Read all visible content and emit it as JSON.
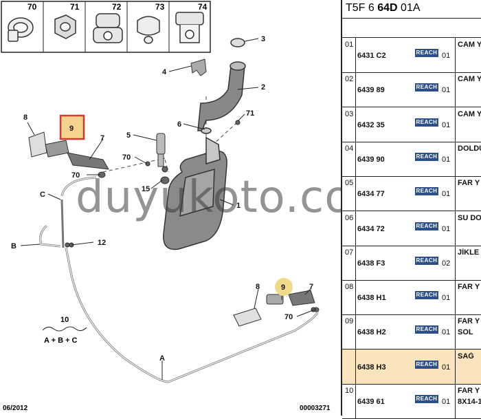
{
  "clips": [
    {
      "num": "70",
      "icon": "band-clamp-icon"
    },
    {
      "num": "71",
      "icon": "nut-icon"
    },
    {
      "num": "72",
      "icon": "hose-clip-icon"
    },
    {
      "num": "73",
      "icon": "open-clip-icon"
    },
    {
      "num": "74",
      "icon": "double-clip-icon"
    }
  ],
  "callouts": {
    "n1": "1",
    "n2": "2",
    "n3": "3",
    "n4": "4",
    "n5": "5",
    "n6": "6",
    "n7a": "7",
    "n7b": "7",
    "n8a": "8",
    "n8b": "8",
    "n9a": "9",
    "n9b": "9",
    "n12": "12",
    "n15": "15",
    "n70a": "70",
    "n70b": "70",
    "n70c": "70",
    "n71": "71",
    "nA": "A",
    "nB": "B",
    "nC": "C"
  },
  "formula": {
    "top": "10",
    "bottom": "A + B + C"
  },
  "footer": {
    "date": "06/2012",
    "code": "00003271"
  },
  "watermark": "duyukoto.com",
  "panel": {
    "code_prefix": "T5F 6 ",
    "code_bold": "64D",
    "code_suffix": " 01A",
    "rows": [
      {
        "num": "01",
        "ref": "6431 C2",
        "badge": "REACH",
        "qty": "01",
        "desc": "CAM Y",
        "desc2": "",
        "selected": false
      },
      {
        "num": "02",
        "ref": "6439 89",
        "badge": "REACH",
        "qty": "01",
        "desc": "CAM Y",
        "desc2": "",
        "selected": false
      },
      {
        "num": "03",
        "ref": "6432 35",
        "badge": "REACH",
        "qty": "01",
        "desc": "CAM Y",
        "desc2": "",
        "selected": false
      },
      {
        "num": "04",
        "ref": "6439 90",
        "badge": "REACH",
        "qty": "01",
        "desc": "DOLDU",
        "desc2": "",
        "selected": false
      },
      {
        "num": "05",
        "ref": "6434 77",
        "badge": "REACH",
        "qty": "01",
        "desc": "FAR Y",
        "desc2": "",
        "selected": false
      },
      {
        "num": "06",
        "ref": "6434 72",
        "badge": "REACH",
        "qty": "01",
        "desc": "SU DO",
        "desc2": "",
        "selected": false
      },
      {
        "num": "07",
        "ref": "6438 F3",
        "badge": "REACH",
        "qty": "02",
        "desc": "JİKLE",
        "desc2": "",
        "selected": false
      },
      {
        "num": "08",
        "ref": "6438 H1",
        "badge": "REACH",
        "qty": "01",
        "desc": "FAR Y",
        "desc2": "",
        "selected": false
      },
      {
        "num": "09",
        "ref": "6438 H2",
        "badge": "REACH",
        "qty": "01",
        "desc": "FAR Y",
        "desc2": "SOL",
        "selected": false
      },
      {
        "num": "",
        "ref": "6438 H3",
        "badge": "REACH",
        "qty": "01",
        "desc": "SAĞ",
        "desc2": "",
        "selected": true
      },
      {
        "num": "10",
        "ref": "6439 61",
        "badge": "REACH",
        "qty": "01",
        "desc": "FAR Y",
        "desc2": "8X14-1",
        "selected": false
      }
    ]
  },
  "colors": {
    "highlight": "#f9e4bd",
    "callout_box": "#d9382f",
    "badge": "#2a4f8a",
    "circle9": "#f3d98a"
  }
}
